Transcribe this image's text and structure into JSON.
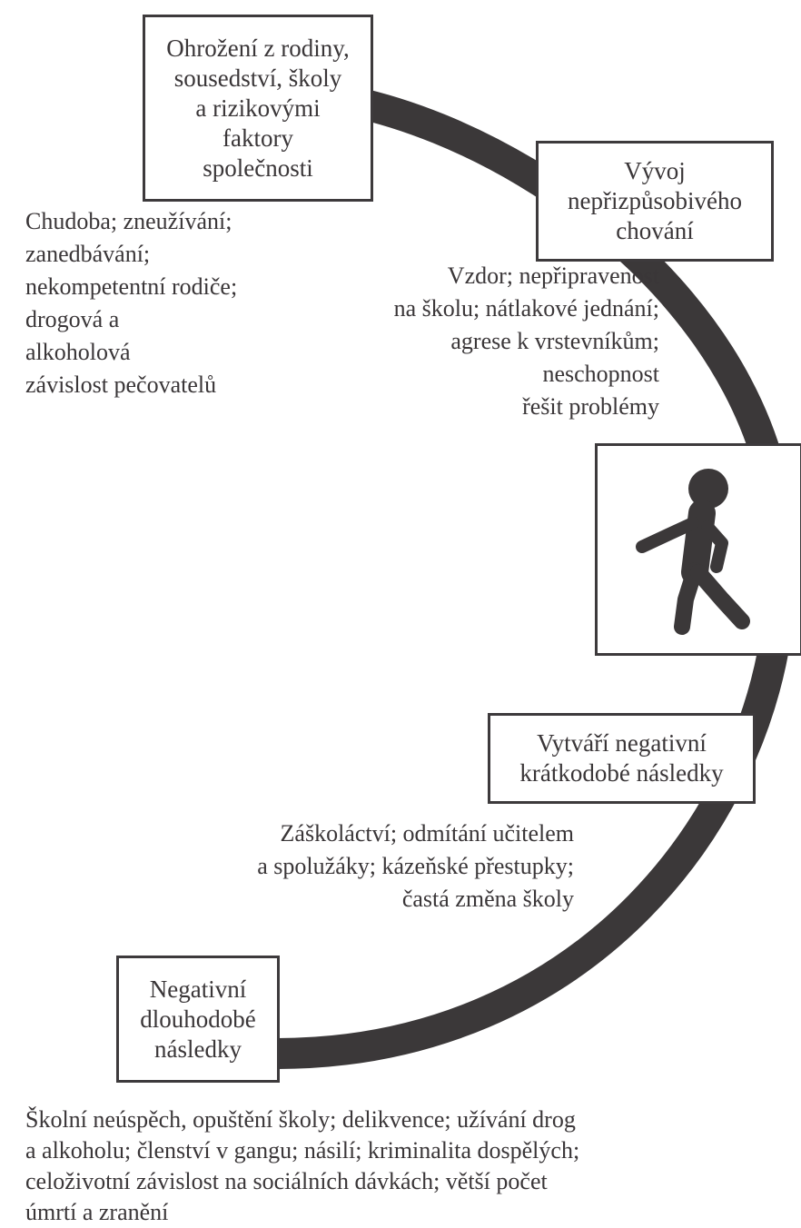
{
  "diagram": {
    "stages": [
      {
        "title_lines": [
          "Ohrožení z rodiny,",
          "sousedství, školy",
          "a rizikovými",
          "faktory",
          "společnosti"
        ],
        "detail_lines": [
          "Chudoba; zneužívání;",
          "zanedbávání;",
          "nekompetentní rodiče;",
          "drogová a",
          "alkoholová",
          "závislost pečovatelů"
        ]
      },
      {
        "title_lines": [
          "Vývoj",
          "nepřizpůsobivého",
          "chování"
        ],
        "detail_lines": [
          "Vzdor; nepřipravenost",
          "na školu; nátlakové jednání;",
          "agrese k vrstevníkům;",
          "neschopnost",
          "řešit problémy"
        ]
      },
      {
        "title_lines": [
          "Vytváří negativní",
          "krátkodobé následky"
        ],
        "detail_lines": [
          "Záškoláctví; odmítání učitelem",
          "a spolužáky; kázeňské přestupky;",
          "častá změna školy"
        ]
      },
      {
        "title_lines": [
          "Negativní",
          "dlouhodobé",
          "následky"
        ],
        "detail_lines": [
          "Školní neúspěch, opuštění školy; delikvence; užívání drog",
          "a alkoholu; členství v gangu; násilí; kriminalita dospělých;",
          "celoživotní závislost na sociálních dávkách; větší počet",
          "úmrtí a zranění"
        ]
      }
    ],
    "figure_icon": "walking-person-icon",
    "colors": {
      "arc": "#3b3839",
      "border": "#3d3a3c",
      "text": "#3a3638",
      "background": "#ffffff"
    }
  }
}
